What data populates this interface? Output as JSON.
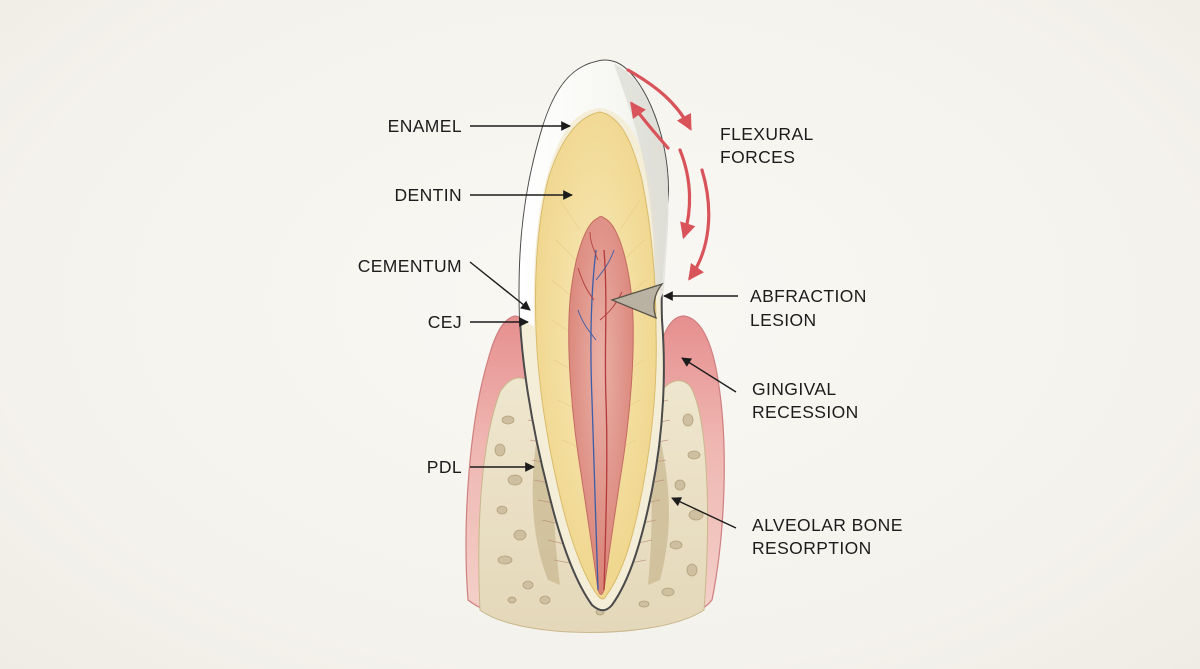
{
  "labels": {
    "enamel": "ENAMEL",
    "dentin": "DENTIN",
    "cementum": "CEMENTUM",
    "cej": "CEJ",
    "pdl": "PDL",
    "flexural_line1": "FLEXURAL",
    "flexural_line2": "FORCES",
    "abfraction_line1": "ABFRACTION",
    "abfraction_line2": "LESION",
    "gingival_line1": "GINGIVAL",
    "gingival_line2": "RECESSION",
    "alveolar_line1": "ALVEOLAR BONE",
    "alveolar_line2": "RESORPTION"
  },
  "colors": {
    "enamel": "#fbfbf8",
    "dentin": "#f3dd9a",
    "pulp": "#dc8f84",
    "gingiva": "#e9a3a0",
    "bone": "#ece2c8",
    "force_arrow": "#d9545a",
    "text": "#1c1c1c"
  }
}
